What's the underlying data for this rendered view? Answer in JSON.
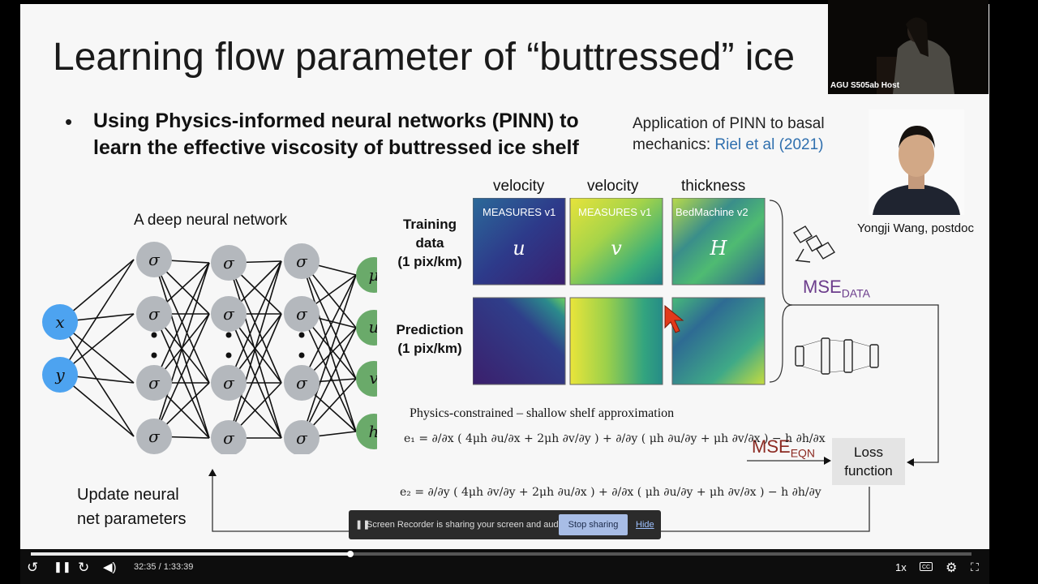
{
  "slide": {
    "title": "Learning flow parameter of “buttressed” ice",
    "bullet_line1": "Using Physics-informed neural networks (PINN) to",
    "bullet_line2": "learn the effective viscosity of buttressed ice shelf",
    "application_line1": "Application of PINN to basal",
    "application_prefix": "mechanics: ",
    "application_link": "Riel et al (2021)",
    "photo_caption": "Yongji Wang, postdoc",
    "nn_title": "A deep neural network",
    "inputs": [
      "x",
      "y"
    ],
    "hidden_symbol": "σ",
    "outputs": [
      "μ",
      "u",
      "v",
      "h"
    ],
    "col_headers": [
      "velocity",
      "velocity",
      "thickness"
    ],
    "row_training": [
      "Training",
      "data",
      "(1 pix/km)"
    ],
    "row_prediction": [
      "Prediction",
      "(1 pix/km)"
    ],
    "map_sources": [
      "MEASURES v1",
      "MEASURES v1",
      "BedMachine v2"
    ],
    "map_symbols": [
      "u",
      "v",
      "H"
    ],
    "mse_data_main": "MSE",
    "mse_data_sub": "DATA",
    "mse_eqn_main": "MSE",
    "mse_eqn_sub": "EQN",
    "physics_title": "Physics-constrained –  shallow shelf approximation",
    "loss_line1": "Loss",
    "loss_line2": "function",
    "update_line1": "Update neural",
    "update_line2": "net parameters",
    "colors": {
      "input_node": "#4da3f0",
      "hidden_node": "#b4b8bd",
      "output_node": "#6aaa6a",
      "link": "#2f6fae",
      "mse_data": "#6c3d8c",
      "mse_eqn": "#8c2a22"
    }
  },
  "webcam": {
    "label": "AGU S505ab Host"
  },
  "screen_share": {
    "message": "Screen Recorder is sharing your screen and audio.",
    "stop_label": "Stop sharing",
    "hide_label": "Hide"
  },
  "player": {
    "current_time": "32:35",
    "separator": "/",
    "duration": "1:33:39",
    "progress_fraction": 0.34,
    "speed": "1x",
    "icons": [
      "replay-icon",
      "pause-icon",
      "forward-icon",
      "volume-icon",
      "captions-icon",
      "gear-icon",
      "fullscreen-icon"
    ]
  }
}
